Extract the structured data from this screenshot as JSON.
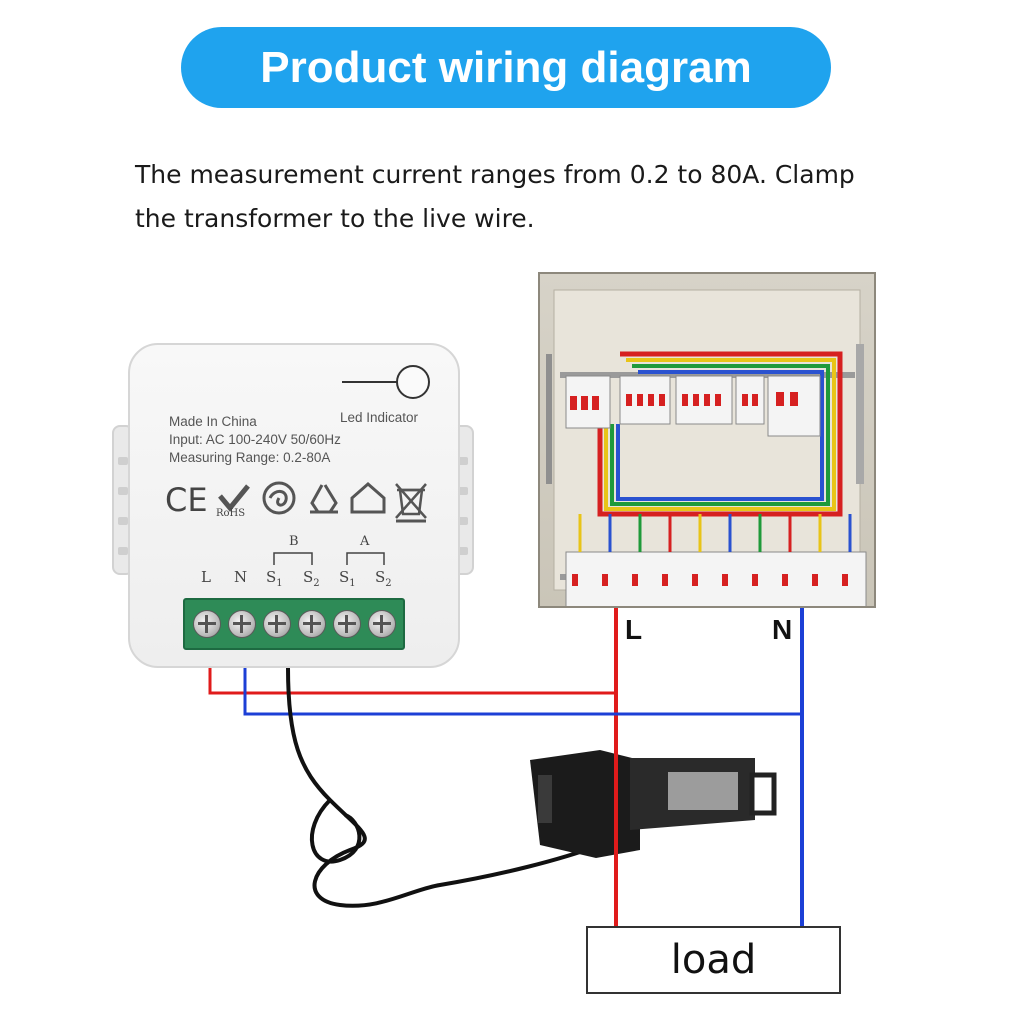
{
  "header": {
    "title": "Product wiring diagram"
  },
  "description": {
    "line1": "The measurement current ranges from 0.2 to 80A. Clamp",
    "line2": "the transformer to the live wire."
  },
  "device": {
    "made_in": "Made In China",
    "input": "Input: AC 100-240V 50/60Hz",
    "range": "Measuring Range: 0.2-80A",
    "led_label": "Led Indicator",
    "cert_ce": "CE",
    "cert_rohs": "RoHS",
    "group_b": "B",
    "group_a": "A",
    "terminals": {
      "l": "L",
      "n": "N",
      "s1": "S",
      "s1_sub": "1",
      "s2": "S",
      "s2_sub": "2"
    }
  },
  "wiring": {
    "live_label": "L",
    "neutral_label": "N",
    "live_color": "#e01b1b",
    "neutral_color": "#1c3fd6"
  },
  "load": {
    "label": "load"
  }
}
